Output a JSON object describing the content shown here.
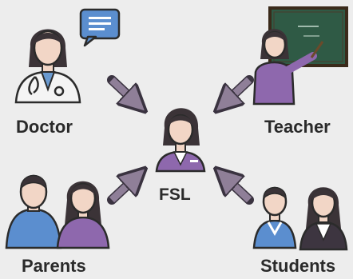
{
  "labels": {
    "doctor": "Doctor",
    "teacher": "Teacher",
    "center": "FSL",
    "parents": "Parents",
    "students": "Students"
  },
  "icons": [
    "doctor-icon",
    "speech-bubble-icon",
    "teacher-icon",
    "chalkboard-icon",
    "fsl-person-icon",
    "parents-icon",
    "students-icon",
    "arrow-icon"
  ],
  "colors": {
    "background": "#ededed",
    "purple": "#8e68ad",
    "blue": "#4f86c6",
    "arrow": "#8f7f98",
    "hair": "#3b3337",
    "outline": "#2b2b2b",
    "chalkboard": "#2f5a45"
  }
}
